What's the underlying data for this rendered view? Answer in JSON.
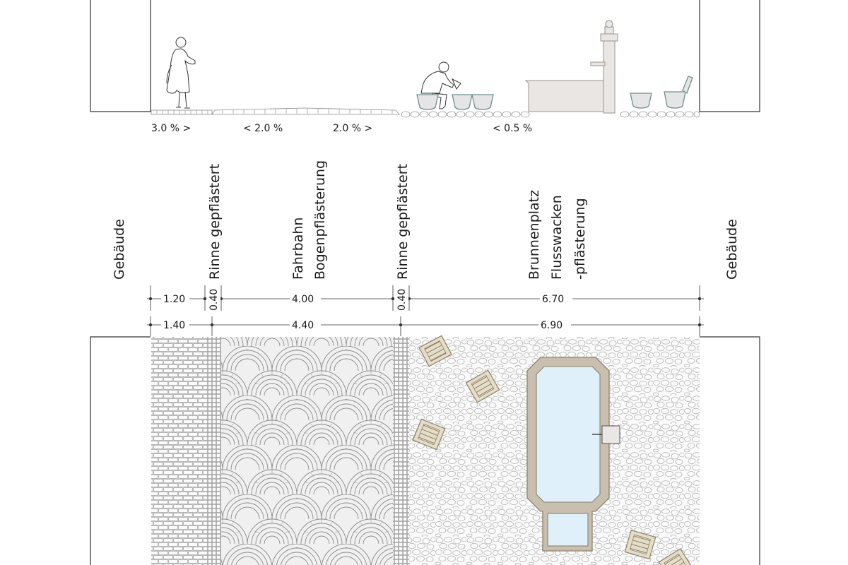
{
  "section": {
    "slopes": [
      {
        "id": "s1",
        "text": "3.0 % >"
      },
      {
        "id": "s2",
        "text": "< 2.0 %"
      },
      {
        "id": "s3",
        "text": "2.0 % >"
      },
      {
        "id": "s4",
        "text": "< 0.5 %"
      }
    ]
  },
  "zones": {
    "gebaeude_left": "Gebäude",
    "rinne_left": "Rinne gepflästert",
    "fahrbahn": [
      "Fahrbahn",
      "Bogenpflästerung"
    ],
    "rinne_right": "Rinne gepflästert",
    "brunnenplatz": [
      "Brunnenplatz",
      "Flusswacken",
      "-pflästerung"
    ],
    "gebaeude_right": "Gebäude"
  },
  "dimensions": {
    "row1": [
      "1.20",
      "0.40",
      "4.00",
      "0.40",
      "6.70"
    ],
    "row2": [
      "1.40",
      "4.40",
      "6.90"
    ]
  },
  "colors": {
    "line": "#333333",
    "water": "#dff0fb",
    "basin_rim": "#c8bfae",
    "basin_stroke": "#8c8270",
    "bench_wood": "#e6ddc9",
    "bench_stroke": "#8a8068",
    "furniture_grey": "#d8d8d8",
    "accent_teal": "#6f8f8f"
  }
}
